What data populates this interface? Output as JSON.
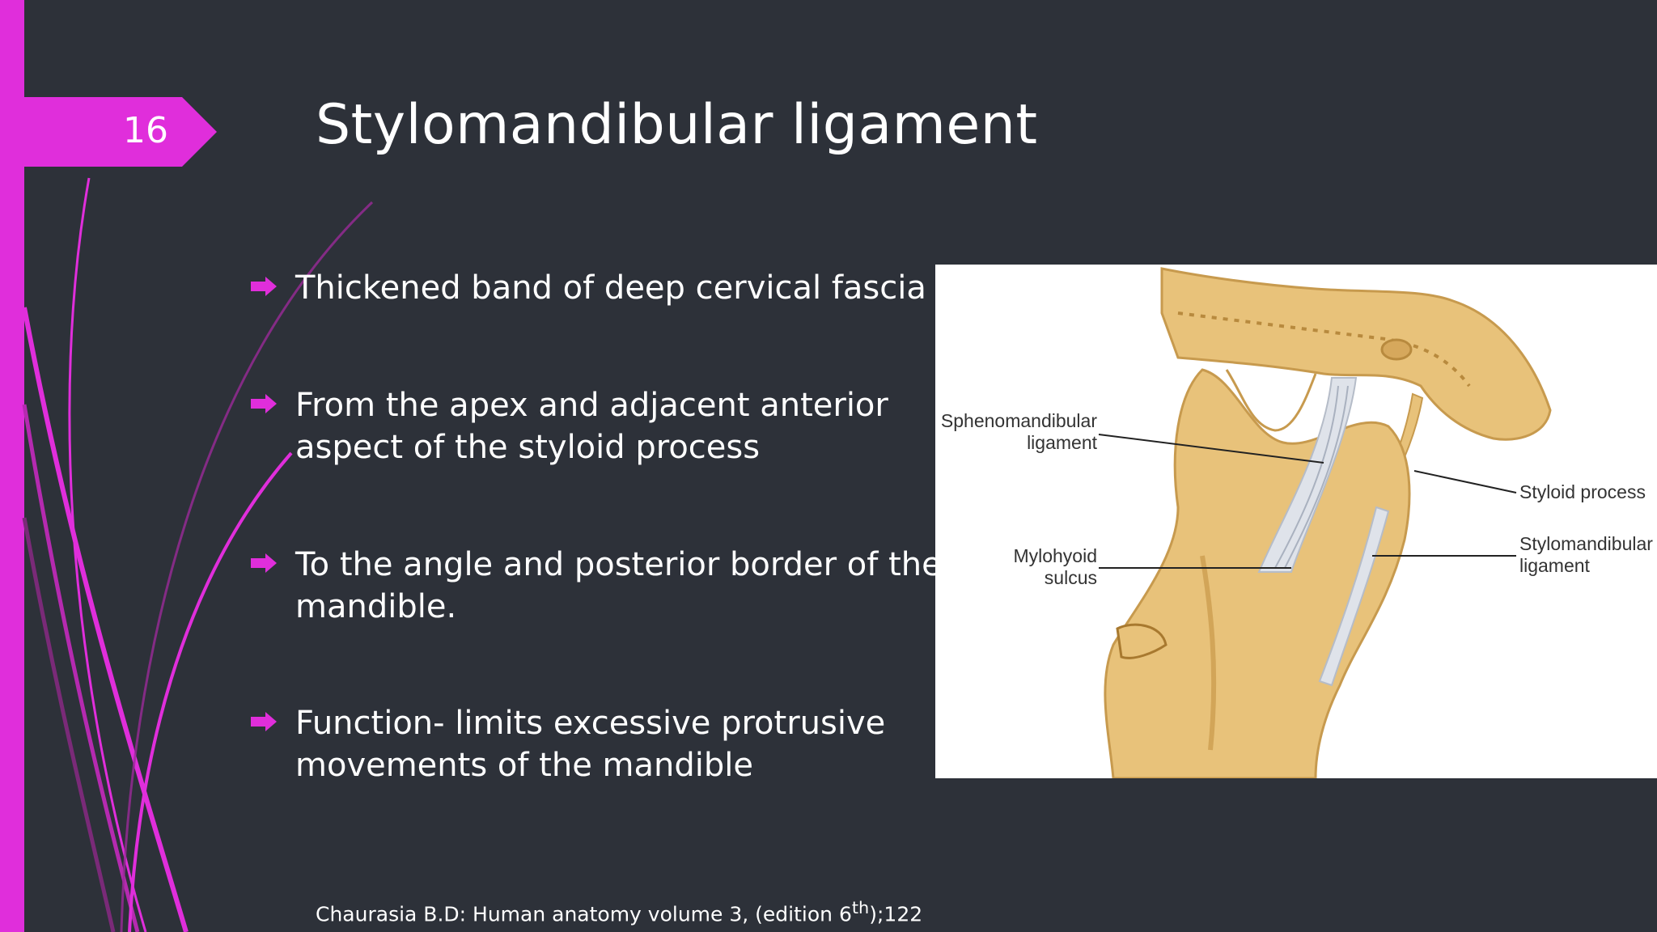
{
  "slide": {
    "number": "16",
    "title": "Stylomandibular ligament"
  },
  "bullets": [
    {
      "text": "Thickened band of deep cervical fascia"
    },
    {
      "text": "From the apex and adjacent anterior aspect of the styloid process"
    },
    {
      "text": "To the angle and posterior border of the mandible."
    },
    {
      "text": "Function- limits excessive protrusive movements of the mandible"
    }
  ],
  "figure": {
    "labels": {
      "sphenomandibular": "Sphenomandibular ligament",
      "mylohyoid": "Mylohyoid sulcus",
      "styloid": "Styloid process",
      "stylomandibular": "Stylomandibular ligament"
    }
  },
  "citation": {
    "text": "Chaurasia B.D: Human anatomy volume 3, (edition 6",
    "sup": "th",
    "tail": ");122"
  },
  "colors": {
    "accent": "#e02edb",
    "background": "#2d3139",
    "bone": "#e8c27a"
  }
}
